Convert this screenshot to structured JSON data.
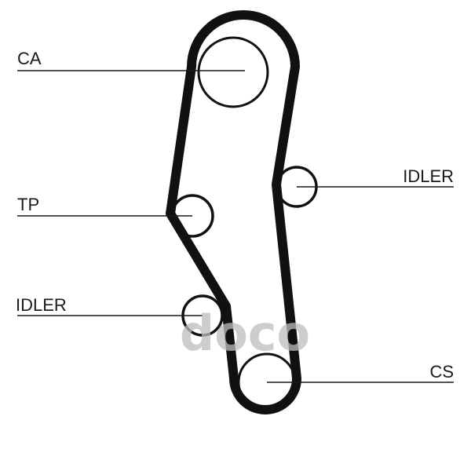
{
  "labels": {
    "ca": "CA",
    "tp": "TP",
    "idler_left": "IDLER",
    "idler_right": "IDLER",
    "cs": "CS"
  },
  "watermark": "doco",
  "colors": {
    "belt": "#111111",
    "line": "#1a1a1a",
    "watermark": "#bdbdbd"
  }
}
